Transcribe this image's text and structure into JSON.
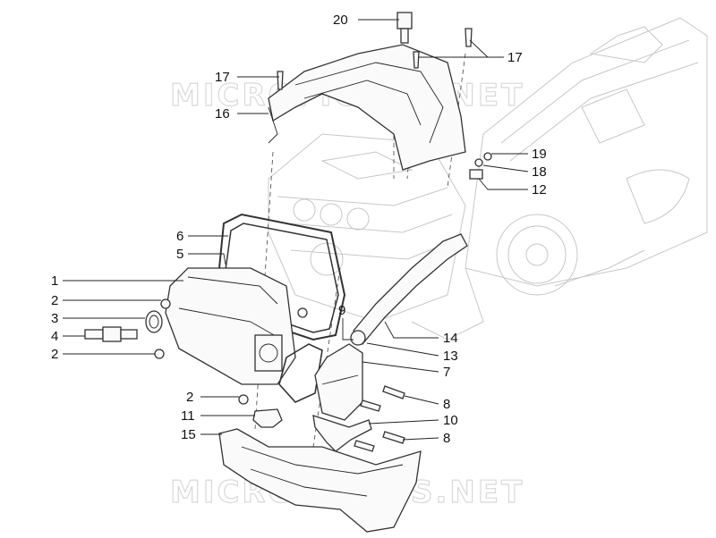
{
  "watermark": {
    "text": "MICROFICHES.NET"
  },
  "callouts": [
    {
      "id": "c1",
      "label": "1"
    },
    {
      "id": "c2a",
      "label": "2"
    },
    {
      "id": "c3",
      "label": "3"
    },
    {
      "id": "c4",
      "label": "4"
    },
    {
      "id": "c2b",
      "label": "2"
    },
    {
      "id": "c5",
      "label": "5"
    },
    {
      "id": "c6",
      "label": "6"
    },
    {
      "id": "c2c",
      "label": "2"
    },
    {
      "id": "c11",
      "label": "11"
    },
    {
      "id": "c15",
      "label": "15"
    },
    {
      "id": "c16",
      "label": "16"
    },
    {
      "id": "c17a",
      "label": "17"
    },
    {
      "id": "c20",
      "label": "20"
    },
    {
      "id": "c17b",
      "label": "17"
    },
    {
      "id": "c19",
      "label": "19"
    },
    {
      "id": "c18",
      "label": "18"
    },
    {
      "id": "c12",
      "label": "12"
    },
    {
      "id": "c9",
      "label": "9"
    },
    {
      "id": "c14",
      "label": "14"
    },
    {
      "id": "c13",
      "label": "13"
    },
    {
      "id": "c7",
      "label": "7"
    },
    {
      "id": "c8a",
      "label": "8"
    },
    {
      "id": "c10",
      "label": "10"
    },
    {
      "id": "c8b",
      "label": "8"
    }
  ]
}
